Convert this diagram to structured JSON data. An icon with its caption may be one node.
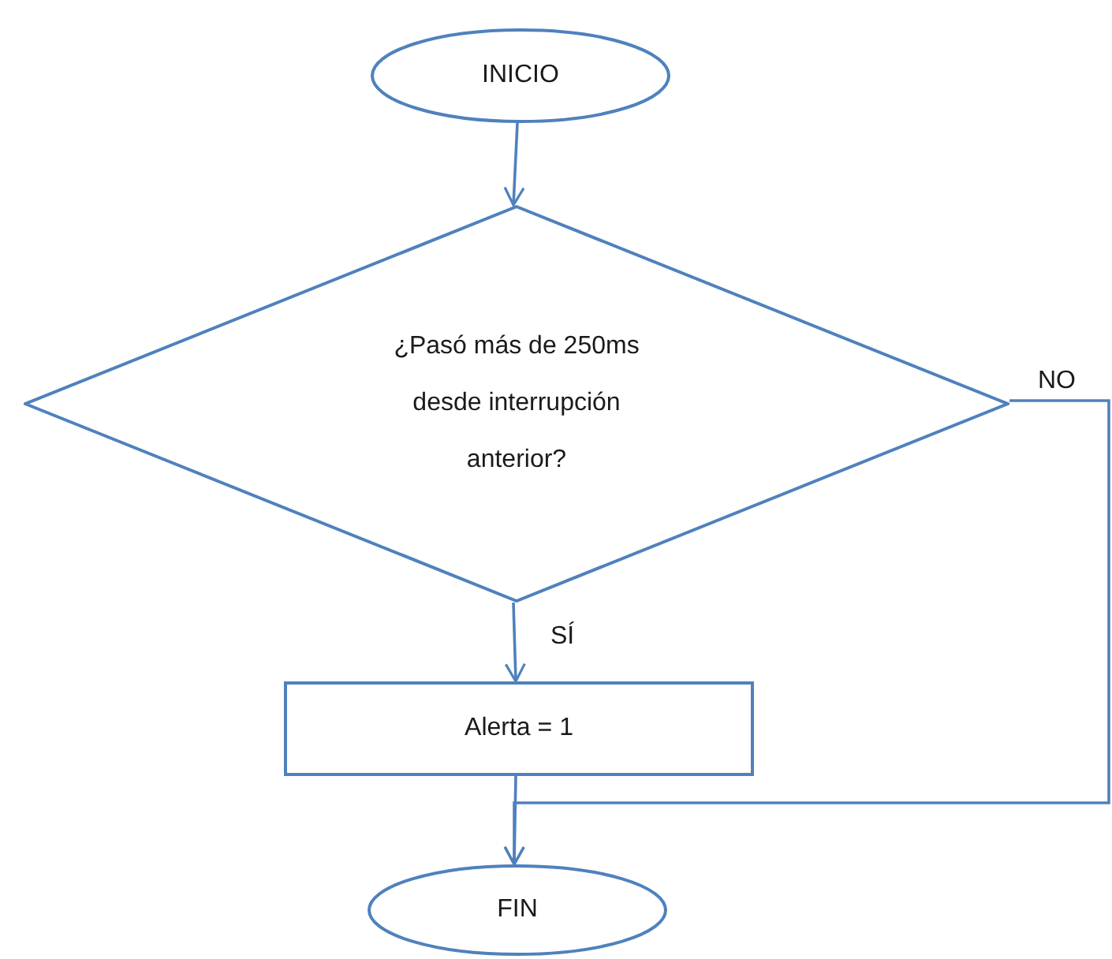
{
  "diagram": {
    "nodes": [
      {
        "text": [
          "INICIO"
        ]
      },
      {
        "text": [
          "¿Pasó más de 250ms desde interrupción anterior?"
        ]
      },
      {
        "text": [
          "Alerta = 1"
        ]
      },
      {
        "text": [
          "FIN"
        ]
      }
    ],
    "edges": [
      {
        "from": 0,
        "to": 1,
        "arrow": "to"
      },
      {
        "from": 1,
        "to": 2,
        "arrow": "to",
        "label": "SÍ"
      },
      {
        "from": 2,
        "to": 3,
        "arrow": "to"
      },
      {
        "from": 1,
        "to": 3,
        "arrow": "to",
        "label": "NO"
      }
    ]
  }
}
